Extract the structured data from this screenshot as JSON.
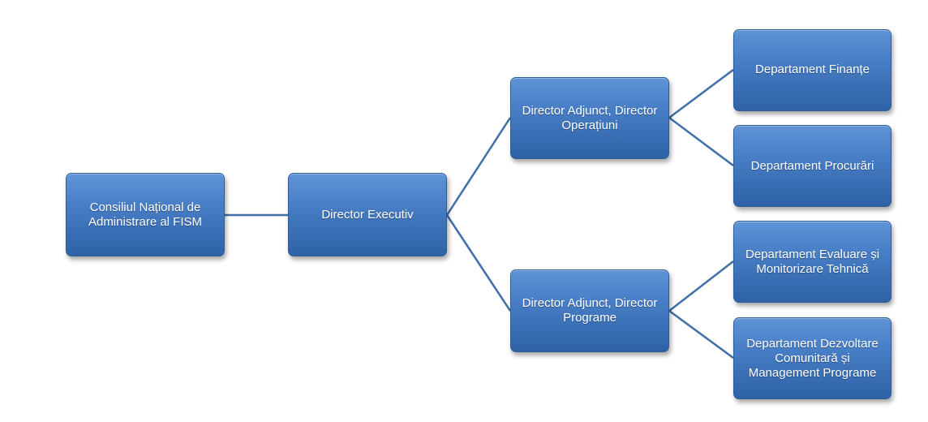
{
  "diagram": {
    "root": {
      "label": "Consiliul Național de Administrare al FISM"
    },
    "executive": {
      "label": "Director Executiv"
    },
    "deputy_operations": {
      "label": "Director Adjunct, Director Operațiuni"
    },
    "deputy_programs": {
      "label": "Director Adjunct, Director Programe"
    },
    "dept_finance": {
      "label": "Departament Finanțe"
    },
    "dept_procurement": {
      "label": "Departament Procurări"
    },
    "dept_evaluation": {
      "label": "Departament Evaluare și Monitorizare Tehnică"
    },
    "dept_community": {
      "label": "Departament Dezvoltare Comunitară și Management Programe"
    },
    "colors": {
      "box_fill": "#4a7fc4",
      "box_border": "#2f5d93",
      "connector": "#3f6fa8",
      "text": "#ffffff"
    }
  }
}
